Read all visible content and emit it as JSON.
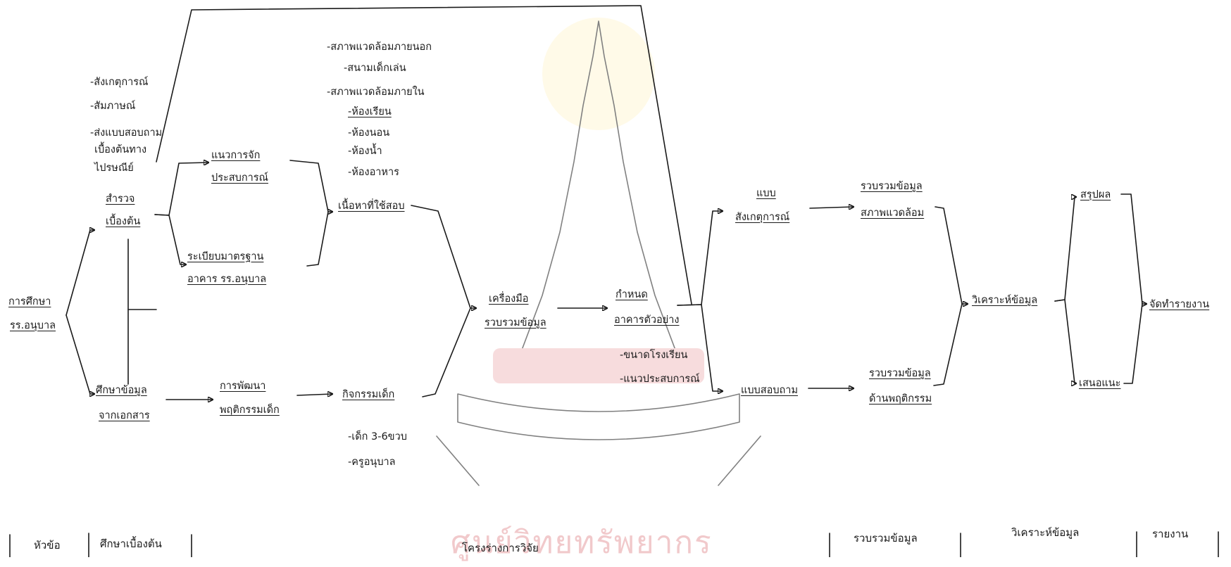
{
  "watermark": {
    "logo": "chulalongkorn-pagoda-seal",
    "text": "ศูนย์วิทยทรัพยากร",
    "color": "#f2c4c6"
  },
  "nodes": {
    "thai_kindergarten_study": "การศึกษา",
    "thai_kindergarten_study_2": "รร.อนุบาล",
    "survey_methods": {
      "observe": "-สังเกตุการณ์",
      "interview": "-สัมภาษณ์",
      "questionnaire_1": "-ส่งแบบสอบถาม",
      "questionnaire_2": "เบื้องต้นทาง",
      "questionnaire_3": "ไปรษณีย์"
    },
    "preliminary_survey_1": "สำรวจ",
    "preliminary_survey_2": "เบื้องต้น",
    "doc_study_1": "ศึกษาข้อมูล",
    "doc_study_2": "จากเอกสาร",
    "experience_1": "แนวการจัก",
    "experience_2": "ประสบการณ์",
    "standards_1": "ระเบียบมาตรฐาน",
    "standards_2": "อาคาร รร.อนุบาล",
    "child_dev_1": "การพัฒนา",
    "child_dev_2": "พฤติกรรมเด็ก",
    "environment_list": {
      "outer": "-สภาพแวดล้อมภายนอก",
      "playground": "-สนามเด็กเล่น",
      "inner": "-สภาพแวดล้อมภายใน",
      "classroom": "-ห้องเรียน",
      "bedroom": "-ห้องนอน",
      "toilet": "-ห้องน้ำ",
      "canteen": "-ห้องอาหาร"
    },
    "content": "เนื้อหาที่ใช้สอบ",
    "activities": "กิจกรรมเด็ก",
    "activity_list": {
      "children": "-เด็ก 3-6ขวบ",
      "teachers": "-ครูอนุบาล"
    },
    "tools_1": "เครื่องมือ",
    "tools_2": "รวบรวมข้อมูล",
    "sample_1": "กำหนด",
    "sample_2": "อาคารตัวอย่าง",
    "sample_list": {
      "size": "-ขนาดโรงเรียน",
      "experience": "-แนวประสบการณ์"
    },
    "observe_form_1": "แบบ",
    "observe_form_2": "สังเกตุการณ์",
    "questionnaire_form": "แบบสอบถาม",
    "collect_env_1": "รวบรวมข้อมูล",
    "collect_env_2": "สภาพแวดล้อม",
    "collect_beh_1": "รวบรวมข้อมูล",
    "collect_beh_2": "ด้านพฤติกรรม",
    "analyze": "วิเคราะห์ข้อมูล",
    "conclusion": "สรุปผล",
    "suggestion": "เสนอแนะ",
    "report": "จัดทำรายงาน"
  },
  "columns": {
    "topic": "หัวข้อ",
    "preliminary": "ศึกษาเบื้องต้น",
    "design": "โครงร่างการวิจัย",
    "collect": "รวบรวมข้อมูล",
    "analyze": "วิเคราะห์ข้อมูล",
    "report": "รายงาน"
  }
}
